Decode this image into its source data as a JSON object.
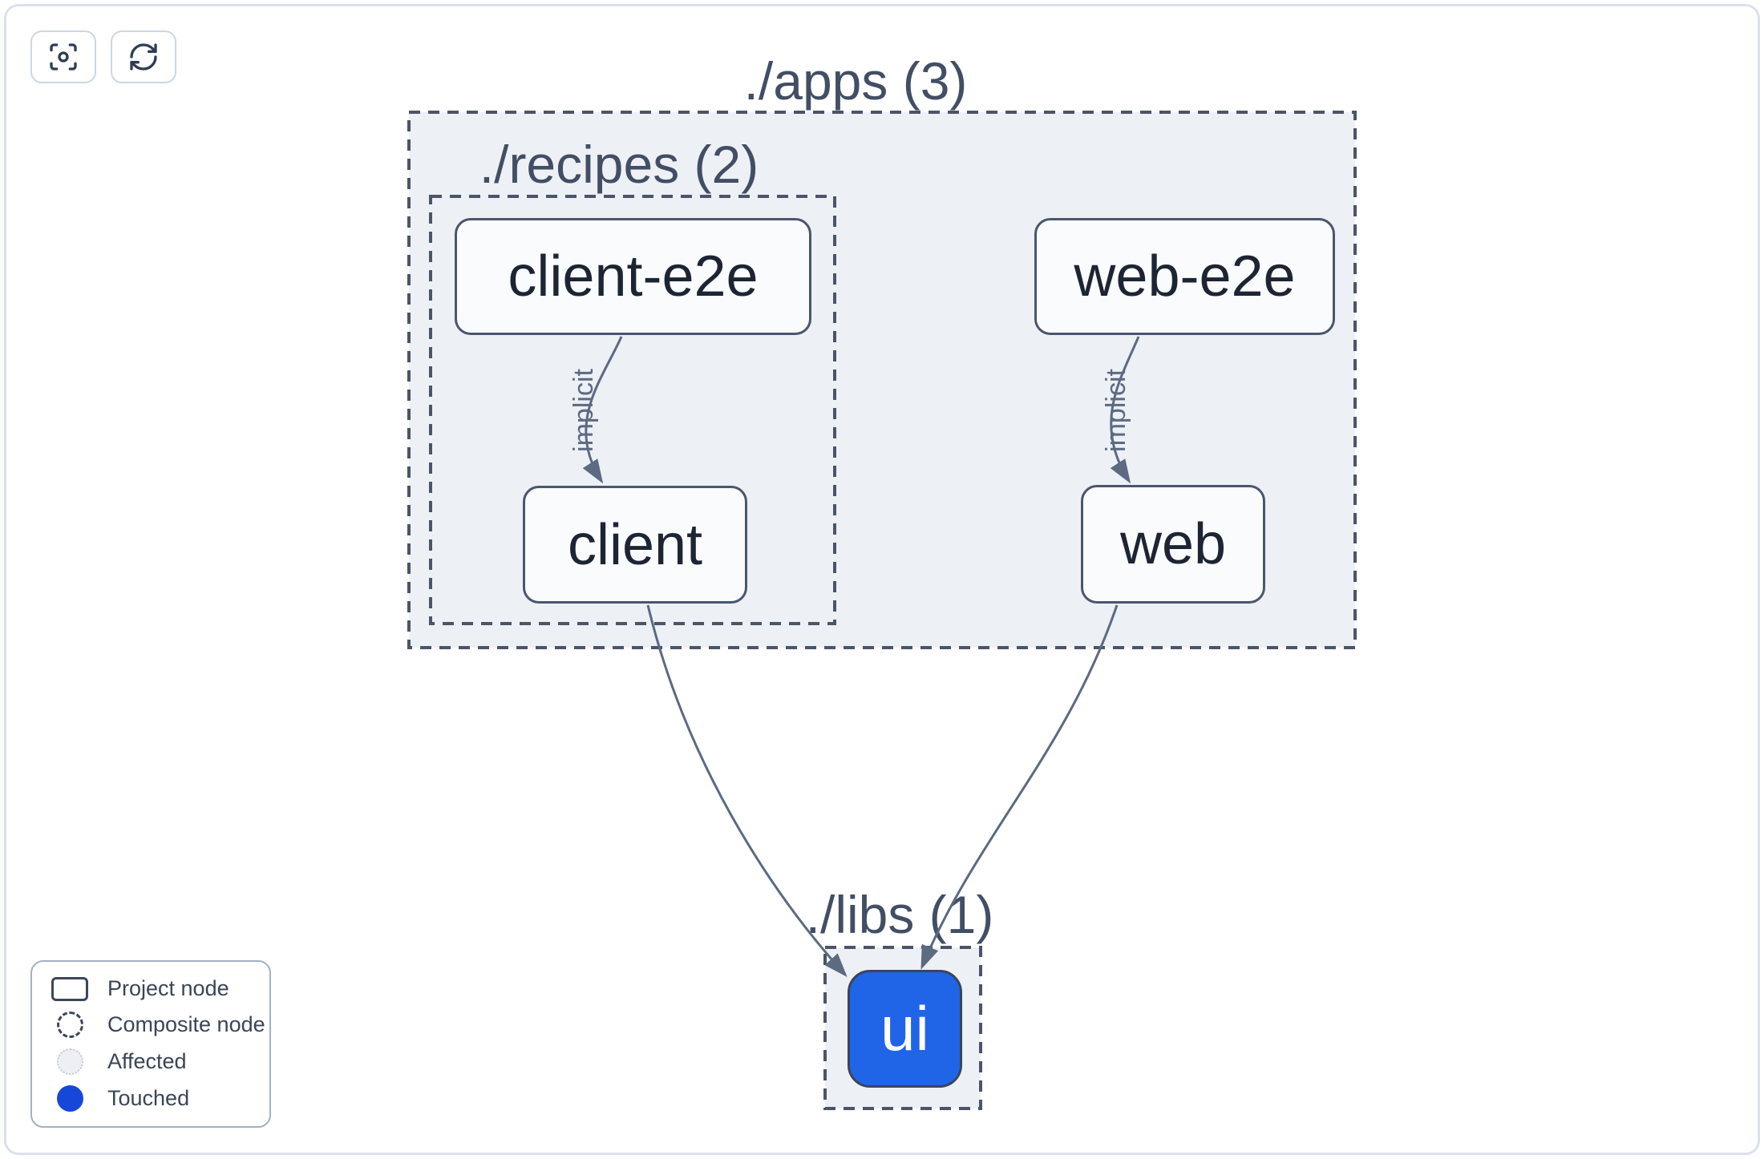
{
  "toolbar": {
    "buttons": [
      {
        "name": "focus",
        "icon": "scan-focus-icon"
      },
      {
        "name": "refresh",
        "icon": "refresh-icon"
      }
    ]
  },
  "graph": {
    "composites": [
      {
        "id": "apps",
        "label": "./apps (3)",
        "count": 3
      },
      {
        "id": "recipes",
        "label": "./recipes (2)",
        "count": 2
      },
      {
        "id": "libs",
        "label": "./libs (1)",
        "count": 1
      }
    ],
    "nodes": [
      {
        "id": "client-e2e",
        "label": "client-e2e",
        "state": "default"
      },
      {
        "id": "web-e2e",
        "label": "web-e2e",
        "state": "default"
      },
      {
        "id": "client",
        "label": "client",
        "state": "default"
      },
      {
        "id": "web",
        "label": "web",
        "state": "default"
      },
      {
        "id": "ui",
        "label": "ui",
        "state": "touched"
      }
    ],
    "edges": [
      {
        "from": "client-e2e",
        "to": "client",
        "label": "implicit"
      },
      {
        "from": "web-e2e",
        "to": "web",
        "label": "implicit"
      },
      {
        "from": "client",
        "to": "ui",
        "label": ""
      },
      {
        "from": "web",
        "to": "ui",
        "label": ""
      }
    ]
  },
  "legend": {
    "items": [
      {
        "label": "Project node",
        "swatch": "project"
      },
      {
        "label": "Composite node",
        "swatch": "composite"
      },
      {
        "label": "Affected",
        "swatch": "affected"
      },
      {
        "label": "Touched",
        "swatch": "touched"
      }
    ]
  },
  "colors": {
    "touched_node_fill": "#2064e8",
    "legend_touched_fill": "#1747d8",
    "edge_stroke": "#5c6a82",
    "node_border": "#4a566d",
    "node_fill": "#fafbfd",
    "node_text": "#1d2534",
    "composite_fill": "#edf0f5",
    "composite_border": "#4a5568",
    "title_text": "#424e64",
    "canvas_border": "#dbe1ec",
    "button_border": "#ccd7e4",
    "icon_color": "#2e3c52"
  }
}
